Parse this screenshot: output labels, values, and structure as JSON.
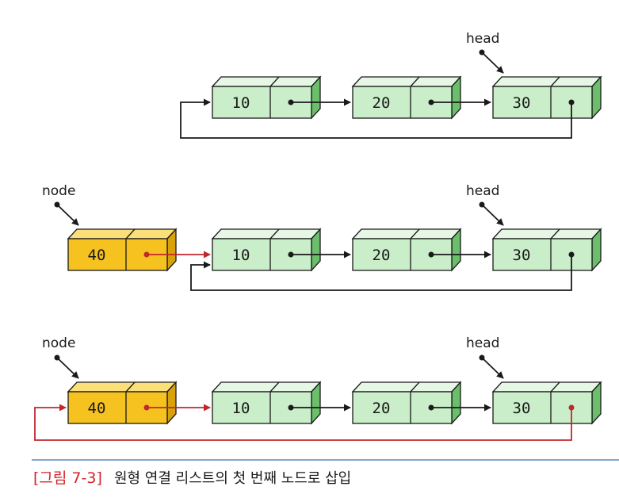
{
  "caption": {
    "number": "[그림 7-3]",
    "text": "원형 연결 리스트의 첫 번째 노드로 삽입"
  },
  "labels": {
    "head": "head",
    "node": "node"
  },
  "nodes": {
    "n10": "10",
    "n20": "20",
    "n30": "30",
    "n40": "40"
  },
  "colors": {
    "list_node_front": "#c9eec9",
    "list_node_top": "#e6f7e6",
    "list_node_side": "#6bbf6b",
    "new_node_front": "#f6c220",
    "new_node_top": "#fbe07a",
    "new_node_side": "#d9a20a",
    "new_link": "#c1272d",
    "caption_accent": "#d2232a",
    "rule": "#3a6fb0"
  }
}
